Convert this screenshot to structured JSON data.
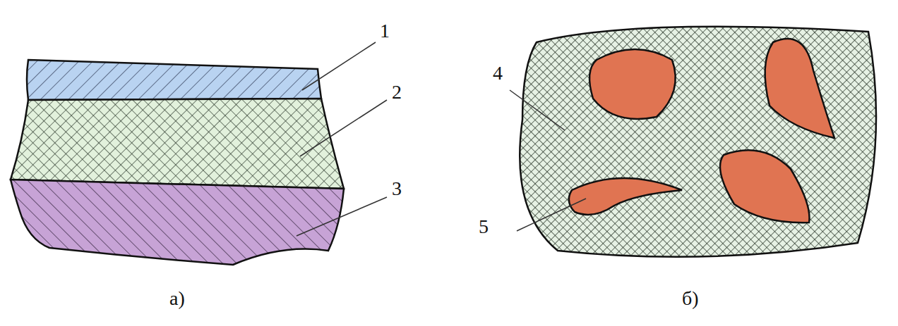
{
  "diagram": {
    "labels": [
      "1",
      "2",
      "3",
      "4",
      "5",
      "а)",
      "б)"
    ]
  }
}
